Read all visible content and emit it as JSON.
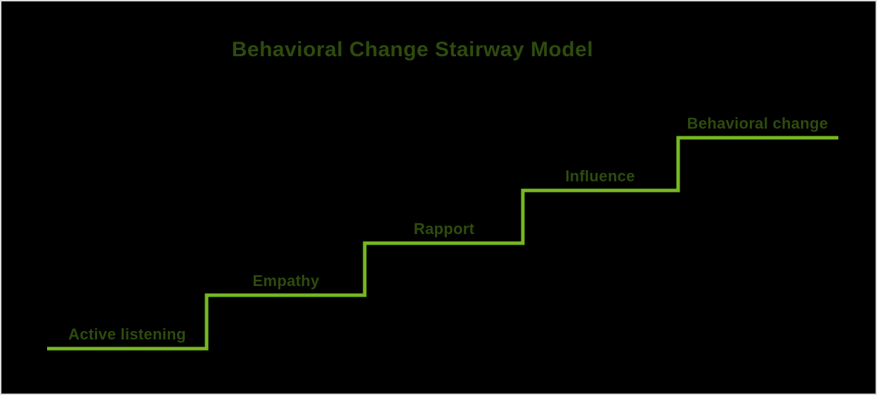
{
  "diagram": {
    "title": "Behavioral Change Stairway Model",
    "type": "stairway",
    "steps": [
      {
        "order": 1,
        "label": "Active listening"
      },
      {
        "order": 2,
        "label": "Empathy"
      },
      {
        "order": 3,
        "label": "Rapport"
      },
      {
        "order": 4,
        "label": "Influence"
      },
      {
        "order": 5,
        "label": "Behavioral change"
      }
    ],
    "colors": {
      "background": "#000000",
      "frame_border": "#dddddd",
      "stair_line": "#76b821",
      "title_text": "#2e4b0e",
      "label_text": "#2e4b0e"
    }
  }
}
